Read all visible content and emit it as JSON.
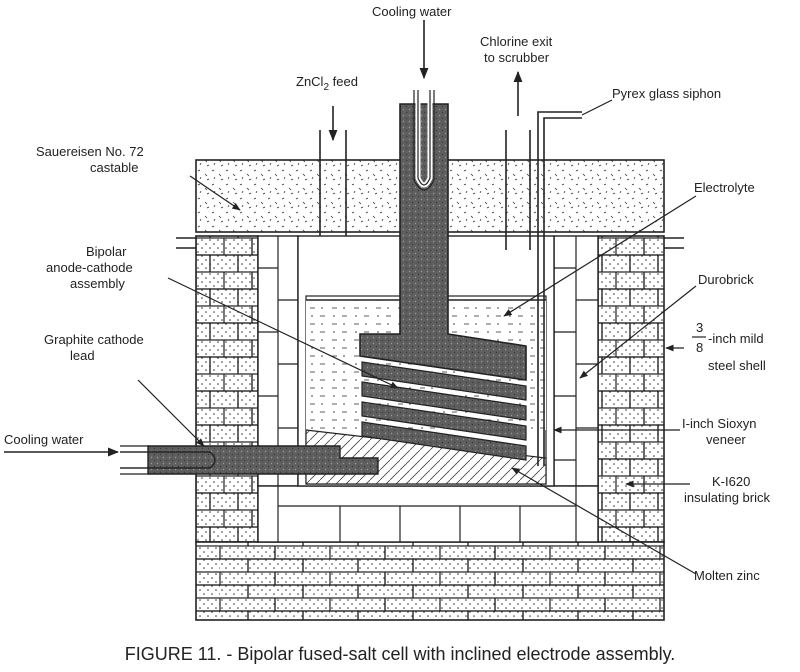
{
  "labels": {
    "cooling_water_top": "Cooling water",
    "chlorine_1": "Chlorine exit",
    "chlorine_2": "to scrubber",
    "zncl2_pre": "ZnCl",
    "zncl2_sub": "2",
    "zncl2_post": " feed",
    "pyrex": "Pyrex glass siphon",
    "sauereisen_1": "Sauereisen No. 72",
    "sauereisen_2": "castable",
    "electrolyte": "Electrolyte",
    "bipolar_1": "Bipolar",
    "bipolar_2": "anode-cathode",
    "bipolar_3": "assembly",
    "durobrick": "Durobrick",
    "steel_num": "3",
    "steel_den": "8",
    "steel_1": "-inch mild",
    "steel_2": "steel shell",
    "graphite_1": "Graphite cathode",
    "graphite_2": "lead",
    "sioxyn_1": "I-inch Sioxyn",
    "sioxyn_2": "veneer",
    "cooling_water_left": "Cooling water",
    "k1620_1": "K-I620",
    "k1620_2": "insulating brick",
    "molten_zinc": "Molten zinc"
  },
  "caption": "FIGURE 11. - Bipolar fused-salt cell with inclined electrode assembly.",
  "colors": {
    "line": "#222222",
    "fill_dark": "#606060",
    "background": "#ffffff"
  }
}
